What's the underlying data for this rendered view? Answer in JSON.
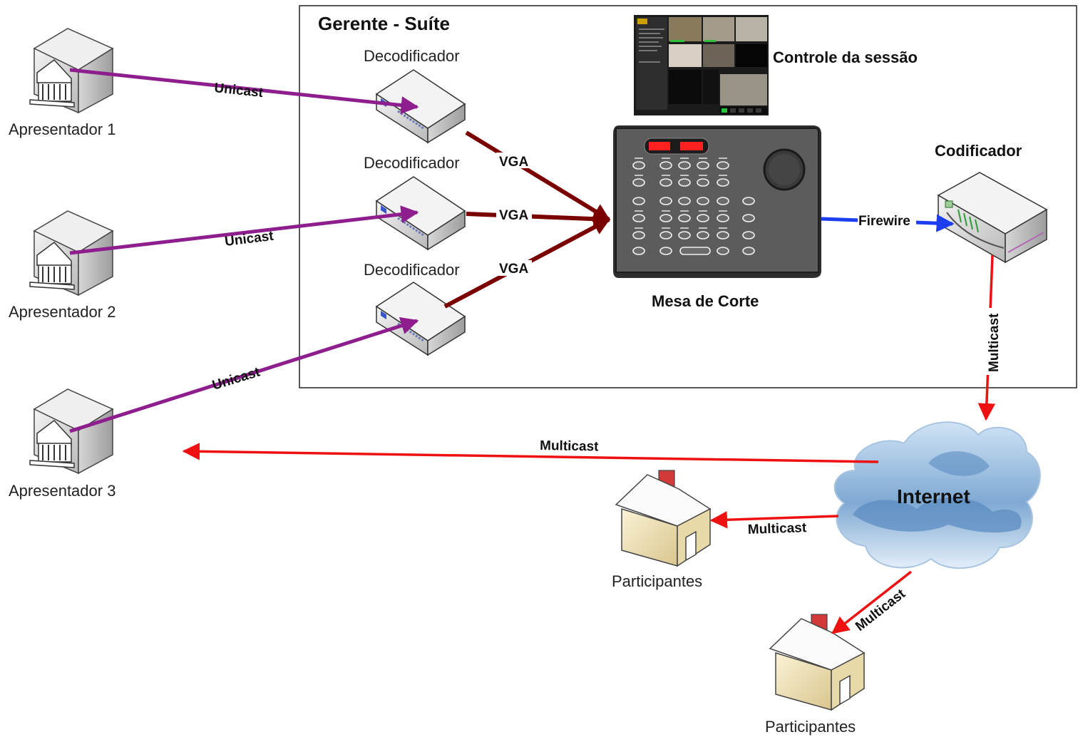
{
  "suite": {
    "title": "Gerente - Suíte"
  },
  "presenters": [
    {
      "label": "Apresentador 1"
    },
    {
      "label": "Apresentador 2"
    },
    {
      "label": "Apresentador 3"
    }
  ],
  "decoders": [
    {
      "label": "Decodificador"
    },
    {
      "label": "Decodificador"
    },
    {
      "label": "Decodificador"
    }
  ],
  "session_control": {
    "label": "Controle da sessão"
  },
  "mixer": {
    "label": "Mesa de Corte"
  },
  "encoder": {
    "label": "Codificador"
  },
  "internet": {
    "label": "Internet"
  },
  "participants": [
    {
      "label": "Participantes"
    },
    {
      "label": "Participantes"
    }
  ],
  "edges": {
    "unicast_1": "Unicast",
    "unicast_2": "Unicast",
    "unicast_3": "Unicast",
    "vga_1": "VGA",
    "vga_2": "VGA",
    "vga_3": "VGA",
    "firewire": "Firewire",
    "multicast_encoder": "Multicast",
    "multicast_presenter3": "Multicast",
    "multicast_participants1": "Multicast",
    "multicast_participants2": "Multicast"
  },
  "colors": {
    "unicast": "#8e1e8e",
    "vga": "#7a0000",
    "firewire": "#1d3df0",
    "multicast": "#ee1111"
  }
}
